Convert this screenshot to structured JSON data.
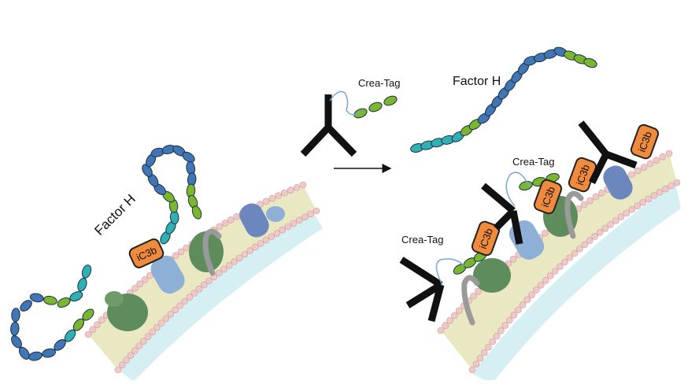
{
  "labels": {
    "factor_h_left": "Factor H",
    "factor_h_right": "Factor H",
    "crea_tag_top": "Crea-Tag",
    "crea_tag_mid": "Crea-Tag",
    "crea_tag_low": "Crea-Tag",
    "ic3b": "iC3b"
  },
  "colors": {
    "scr_blue": "#3f76b3",
    "scr_teal": "#2fb0b3",
    "scr_green": "#7ab62e",
    "ic3b_fill": "#f08a3c",
    "antibody": "#111111",
    "membrane_head": "#f0c8c8",
    "membrane_tail": "#e6e4b8",
    "cell_inner": "#d6eff2",
    "protein_green": "#5e8c5c",
    "protein_blue": "#8fb0d6",
    "glycan_gray": "#9a9a9a",
    "tag_linker": "#7aa6d8"
  },
  "icons": {
    "antibody": "antibody-icon",
    "arrow": "arrow-right-icon"
  }
}
